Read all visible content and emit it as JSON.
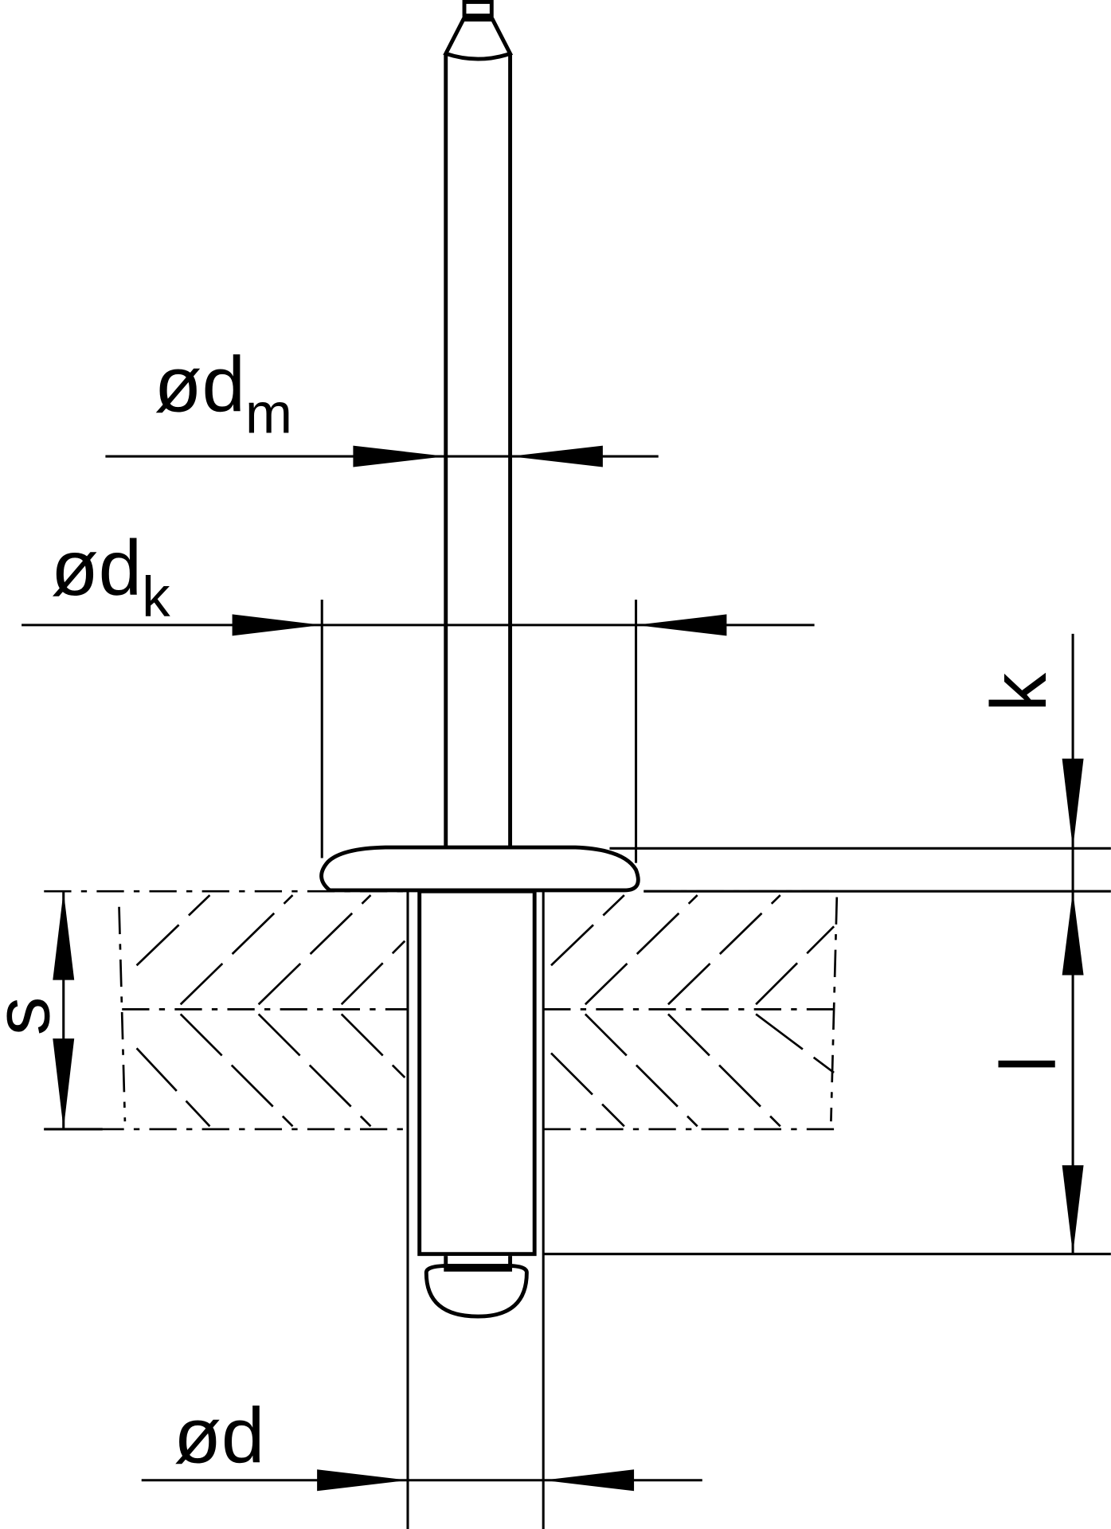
{
  "labels": {
    "mandrel_diameter": {
      "main": "ød",
      "sub": "m"
    },
    "head_diameter": {
      "main": "ød",
      "sub": "k"
    },
    "head_height": "k",
    "grip_range": "s",
    "length": "l",
    "shank_diameter": "ød"
  }
}
